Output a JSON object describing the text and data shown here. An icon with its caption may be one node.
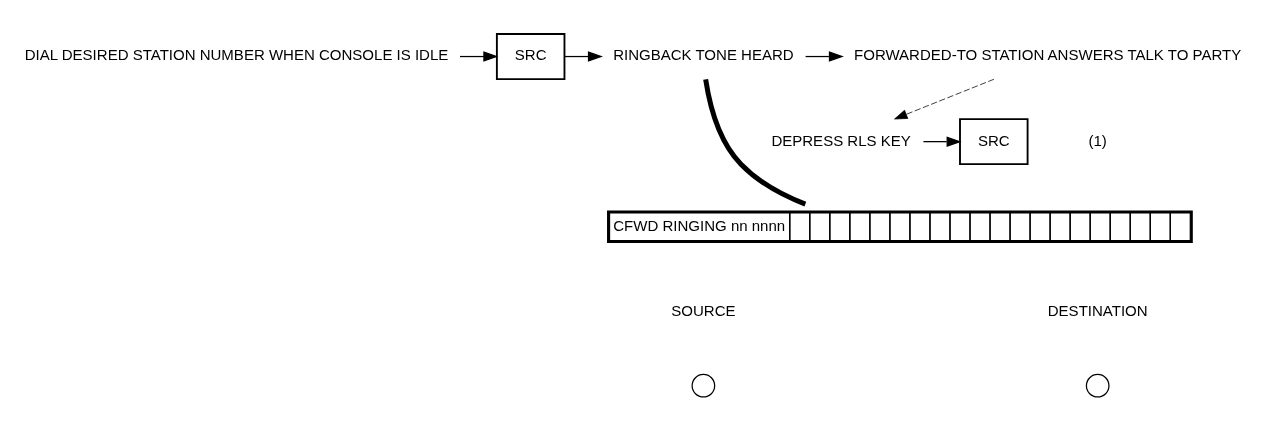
{
  "diagram": {
    "nodes": [
      {
        "text": [
          "DIAL DESIRED STATION NUMBER WHEN CONSOLE IS IDLE"
        ]
      },
      {
        "text": [
          "SRC"
        ]
      },
      {
        "text": [
          "RINGBACK TONE HEARD"
        ]
      },
      {
        "text": [
          "FORWARDED-TO STATION ANSWERS TALK TO PARTY"
        ]
      },
      {
        "text": [
          "DEPRESS RLS KEY"
        ]
      },
      {
        "text": [
          "SRC"
        ]
      },
      {
        "text": [
          "CFWD RINGING nn nnnn"
        ]
      },
      {
        "text": [],
        "shape": "circle"
      },
      {
        "text": [],
        "shape": "circle"
      }
    ],
    "edges": [
      {
        "from": 0,
        "to": 1,
        "arrow": "to"
      },
      {
        "from": 1,
        "to": 2,
        "arrow": "to"
      },
      {
        "from": 2,
        "to": 3,
        "arrow": "to"
      },
      {
        "from": 3,
        "to": 4,
        "arrow": "to",
        "style": "dashed"
      },
      {
        "from": 4,
        "to": 5,
        "arrow": "to"
      },
      {
        "from": 2,
        "to": 6,
        "arrow": "none",
        "style": "thick"
      }
    ],
    "labels": [
      "(1)",
      "SOURCE",
      "DESTINATION"
    ]
  }
}
